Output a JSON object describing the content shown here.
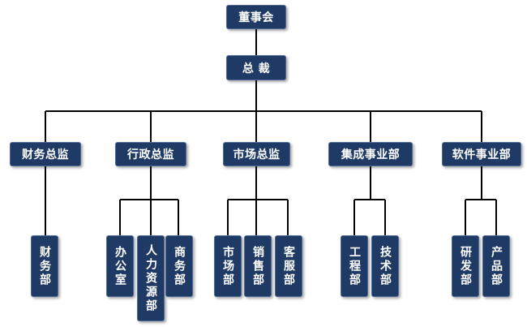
{
  "root": "董事会",
  "ceo": "总 裁",
  "divisions": [
    {
      "name": "财务总监",
      "children": [
        "财务部"
      ]
    },
    {
      "name": "行政总监",
      "children": [
        "办公室",
        "人力资源部",
        "商务部"
      ]
    },
    {
      "name": "市场总监",
      "children": [
        "市场部",
        "销售部",
        "客服部"
      ]
    },
    {
      "name": "集成事业部",
      "children": [
        "工程部",
        "技术部"
      ]
    },
    {
      "name": "软件事业部",
      "children": [
        "研发部",
        "产品部"
      ]
    }
  ]
}
